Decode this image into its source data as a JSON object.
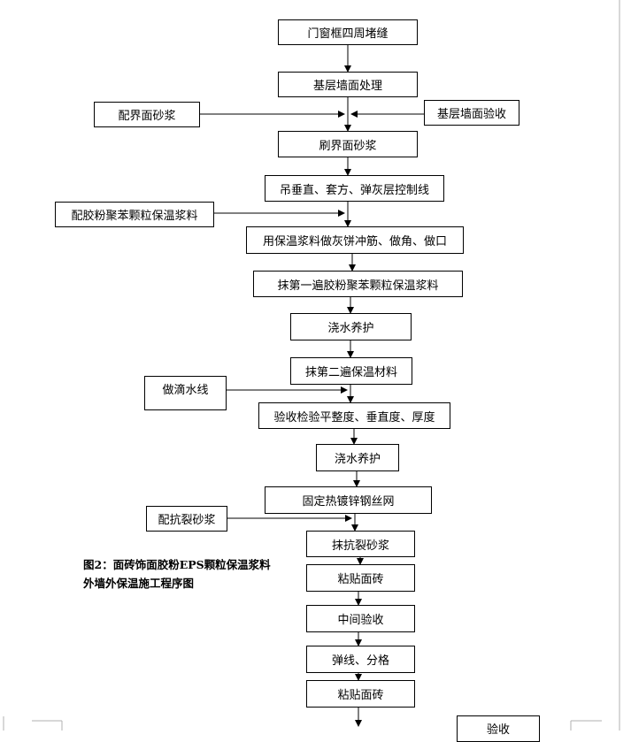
{
  "diagram": {
    "main_steps": [
      "门窗框四周堵缝",
      "基层墙面处理",
      "刷界面砂浆",
      "吊垂直、套方、弹灰层控制线",
      "用保温浆料做灰饼冲筋、做角、做口",
      "抹第一遍胶粉聚苯颗粒保温浆料",
      "浇水养护",
      "抹第二遍保温材料",
      "验收检验平整度、垂直度、厚度",
      "浇水养护",
      "固定热镀锌钢丝网",
      "抹抗裂砂浆",
      "粘贴面砖",
      "中间验收",
      "弹线、分格",
      "粘贴面砖"
    ],
    "side_inputs": [
      "配界面砂浆",
      "基层墙面验收",
      "配胶粉聚苯颗粒保温浆料",
      "做滴水线",
      "配抗裂砂浆"
    ],
    "partial_box": "验收"
  },
  "caption": {
    "line1": "图2：面砖饰面胶粉EPS颗粒保温浆料",
    "line2": "外墙外保温施工程序图"
  }
}
